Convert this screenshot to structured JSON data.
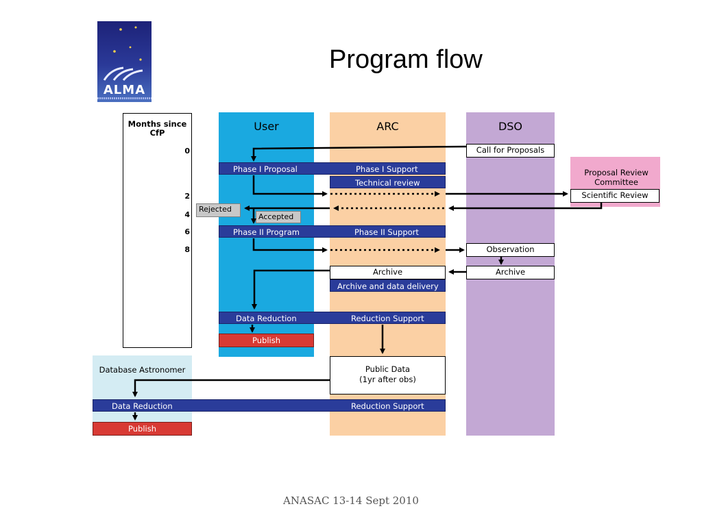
{
  "title": "Program flow",
  "footer": "ANASAC 13-14 Sept 2010",
  "logo": {
    "text": "ALMA"
  },
  "columns": {
    "months": "Months since CfP",
    "user": "User",
    "arc": "ARC",
    "dso": "DSO",
    "prc": "Proposal Review Committee",
    "db": "Database Astronomer"
  },
  "months": [
    "0",
    "2",
    "4",
    "6",
    "8"
  ],
  "boxes": {
    "call_for_proposals": "Call for Proposals",
    "phase1_proposal": "Phase I Proposal",
    "phase1_support": "Phase I Support",
    "technical_review": "Technical review",
    "scientific_review": "Scientific Review",
    "rejected": "Rejected",
    "accepted": "Accepted",
    "phase2_program": "Phase II Program",
    "phase2_support": "Phase II Support",
    "observation": "Observation",
    "archive_arc": "Archive",
    "archive_dso": "Archive",
    "archive_delivery": "Archive and data delivery",
    "data_reduction": "Data Reduction",
    "reduction_support": "Reduction Support",
    "publish": "Publish",
    "public_data_line1": "Public Data",
    "public_data_line2": "(1yr after obs)",
    "db_data_reduction": "Data Reduction",
    "db_reduction_support": "Reduction Support",
    "db_publish": "Publish"
  },
  "colors": {
    "user_col": "#1aa9e0",
    "arc_col": "#fbd0a4",
    "dso_col": "#c3a8d4",
    "prc_col": "#f1a9cd",
    "db_col": "#d4ecf3",
    "bar": "#2a3c9a",
    "publish": "#d83a34"
  }
}
